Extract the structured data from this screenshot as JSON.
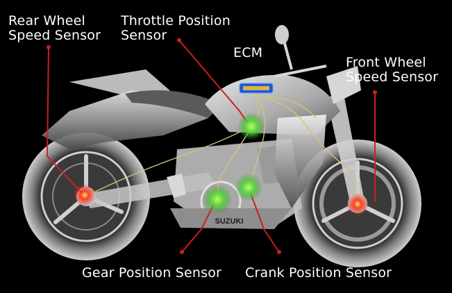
{
  "labels": {
    "rear_wheel": [
      "Rear Wheel",
      "Speed Sensor"
    ],
    "throttle": [
      "Throttle Position",
      "Sensor"
    ],
    "ecm": "ECM",
    "front_wheel": [
      "Front Wheel",
      "Speed Sensor"
    ],
    "gear": "Gear Position Sensor",
    "crank": "Crank Position Sensor"
  },
  "bike_brand": "SUZUKI",
  "colors": {
    "background": "#000000",
    "leader_line": "#cc1f1f",
    "sensor_green": "#5ad43a",
    "sensor_red": "#ff3a1a",
    "ecm_blue": "#1e5ad8",
    "wire": "#d8c27a"
  }
}
